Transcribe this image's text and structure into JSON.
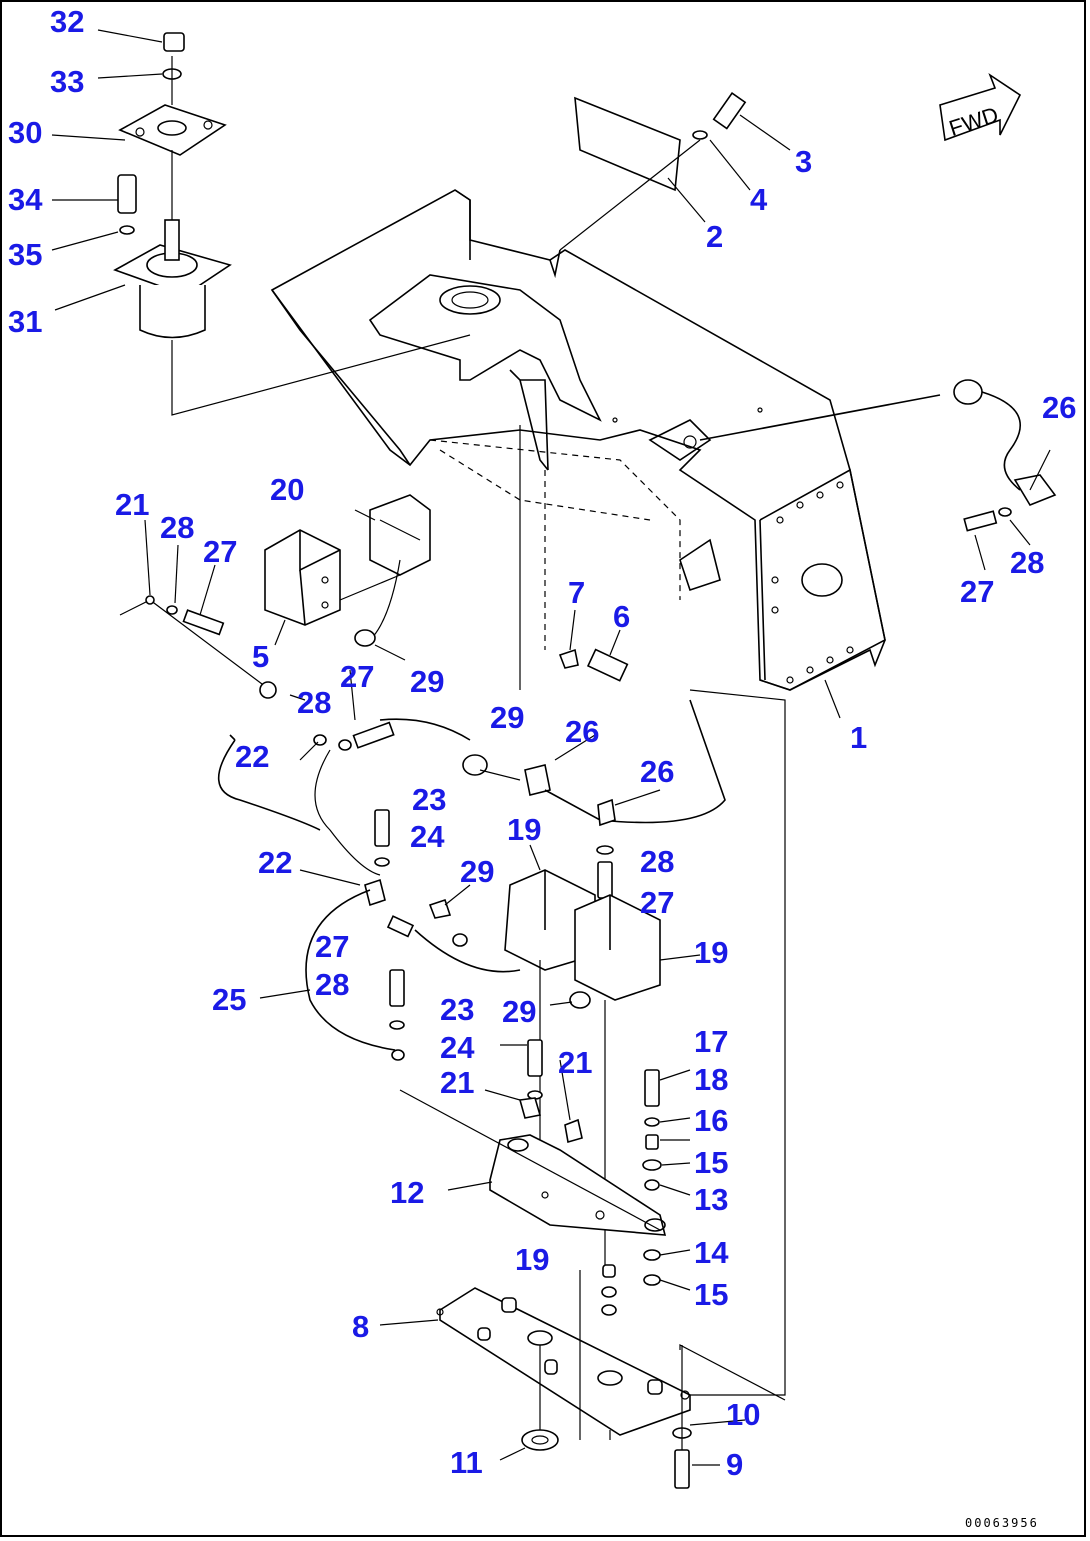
{
  "diagram": {
    "direction_marker": "FWD",
    "drawing_code": "00063956",
    "callouts": [
      {
        "label": "32"
      },
      {
        "label": "33"
      },
      {
        "label": "30"
      },
      {
        "label": "34"
      },
      {
        "label": "35"
      },
      {
        "label": "31"
      },
      {
        "label": "3"
      },
      {
        "label": "4"
      },
      {
        "label": "2"
      },
      {
        "label": "26"
      },
      {
        "label": "28"
      },
      {
        "label": "27"
      },
      {
        "label": "21"
      },
      {
        "label": "28"
      },
      {
        "label": "27"
      },
      {
        "label": "20"
      },
      {
        "label": "5"
      },
      {
        "label": "27"
      },
      {
        "label": "29"
      },
      {
        "label": "28"
      },
      {
        "label": "22"
      },
      {
        "label": "7"
      },
      {
        "label": "6"
      },
      {
        "label": "1"
      },
      {
        "label": "29"
      },
      {
        "label": "26"
      },
      {
        "label": "26"
      },
      {
        "label": "23"
      },
      {
        "label": "24"
      },
      {
        "label": "19"
      },
      {
        "label": "22"
      },
      {
        "label": "29"
      },
      {
        "label": "28"
      },
      {
        "label": "27"
      },
      {
        "label": "19"
      },
      {
        "label": "27"
      },
      {
        "label": "28"
      },
      {
        "label": "25"
      },
      {
        "label": "23"
      },
      {
        "label": "29"
      },
      {
        "label": "24"
      },
      {
        "label": "21"
      },
      {
        "label": "21"
      },
      {
        "label": "17"
      },
      {
        "label": "18"
      },
      {
        "label": "16"
      },
      {
        "label": "15"
      },
      {
        "label": "13"
      },
      {
        "label": "12"
      },
      {
        "label": "14"
      },
      {
        "label": "19"
      },
      {
        "label": "15"
      },
      {
        "label": "8"
      },
      {
        "label": "10"
      },
      {
        "label": "11"
      },
      {
        "label": "9"
      }
    ]
  }
}
